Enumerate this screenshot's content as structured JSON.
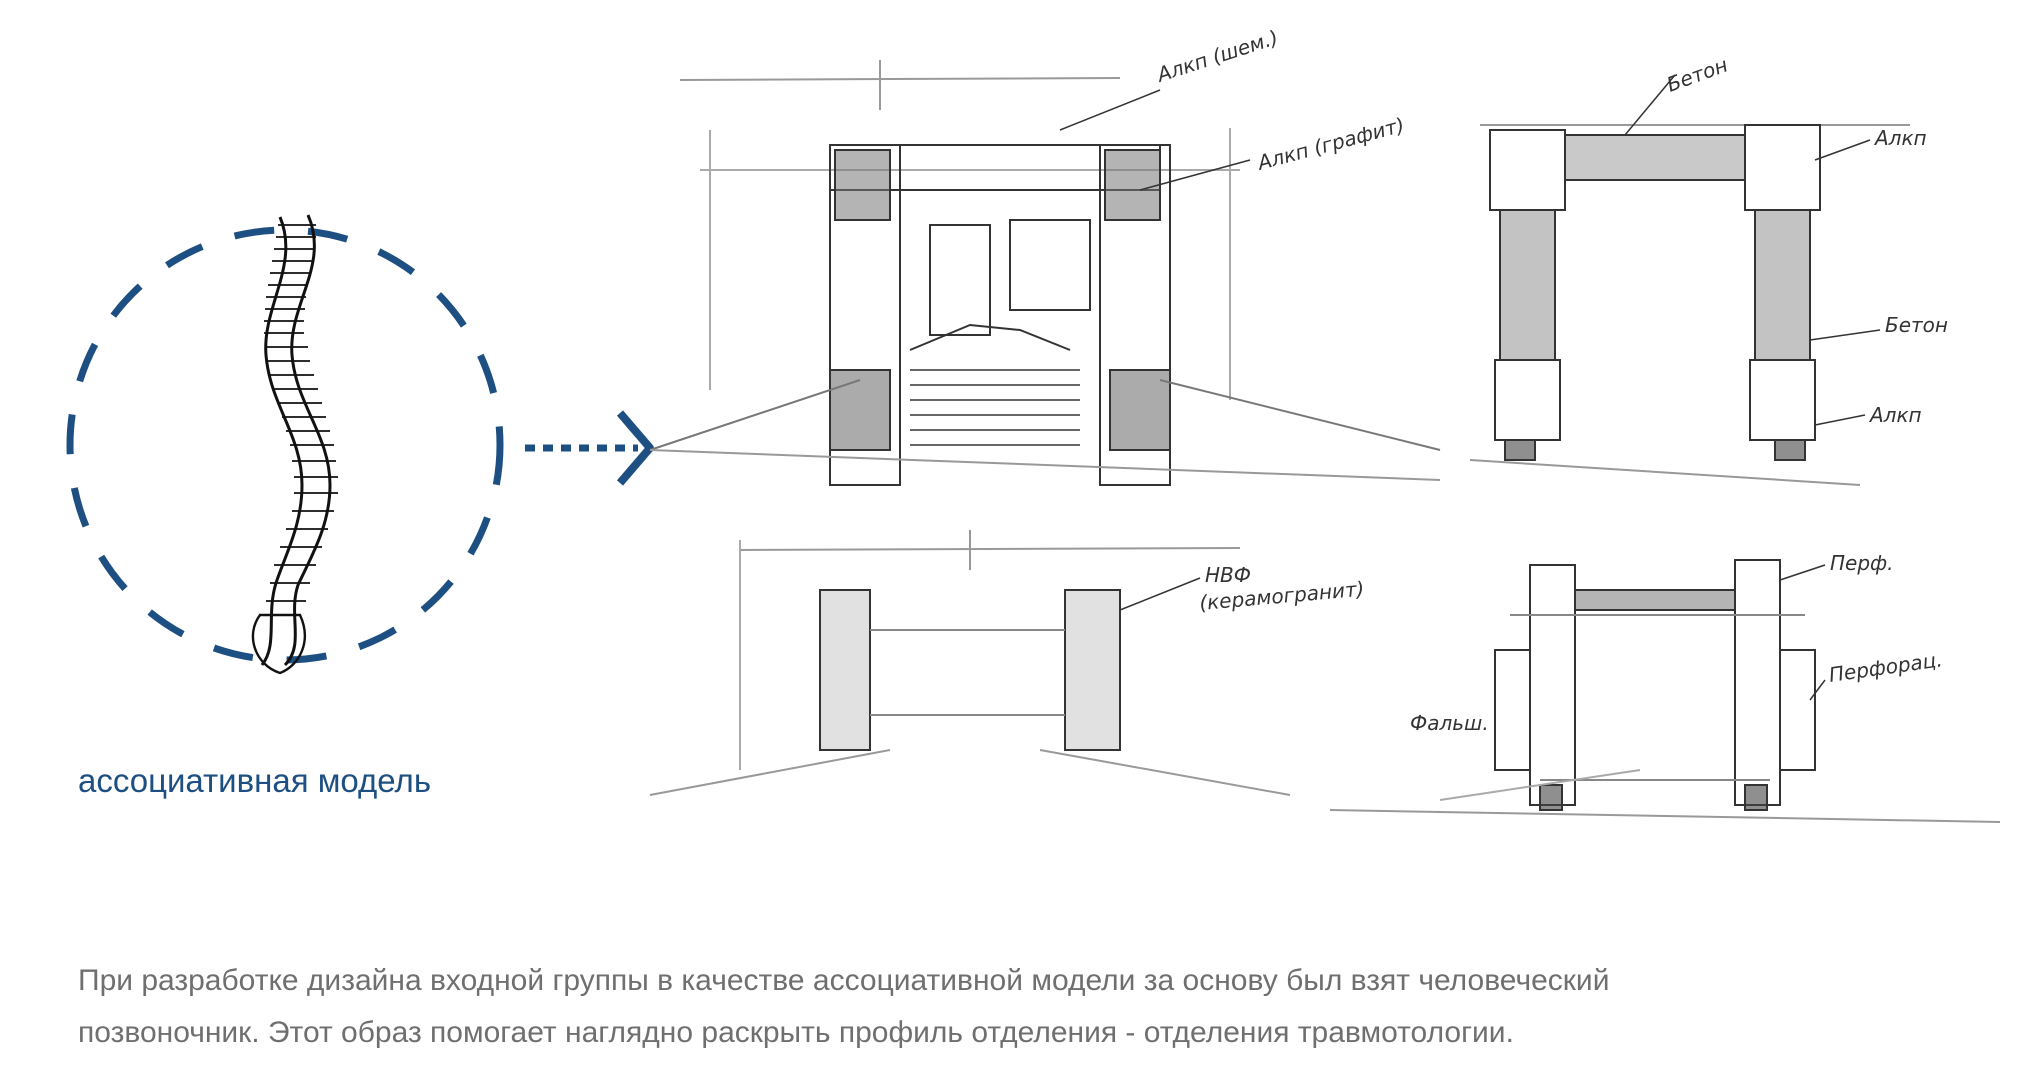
{
  "association": {
    "caption": "ассоциативная модель",
    "accent_color": "#1d4f82",
    "icon": "spine-icon"
  },
  "sketches": {
    "notes": {
      "a1": "Алкп (шем.)",
      "a2": "Алкп (графит)",
      "b1": "Бетон",
      "b2": "Алкп",
      "b3": "Бетон",
      "b4": "Алкп",
      "c1": "НВФ",
      "c2": "(керамогранит)",
      "d1": "Перф.",
      "d2": "Перфорац.",
      "d3": "Фальш."
    }
  },
  "description": {
    "line1": "При разработке дизайна входной группы в качестве ассоциативной модели за основу был взят человеческий",
    "line2": "позвоночник. Этот образ помогает наглядно раскрыть профиль отделения - отделения травмотологии."
  }
}
